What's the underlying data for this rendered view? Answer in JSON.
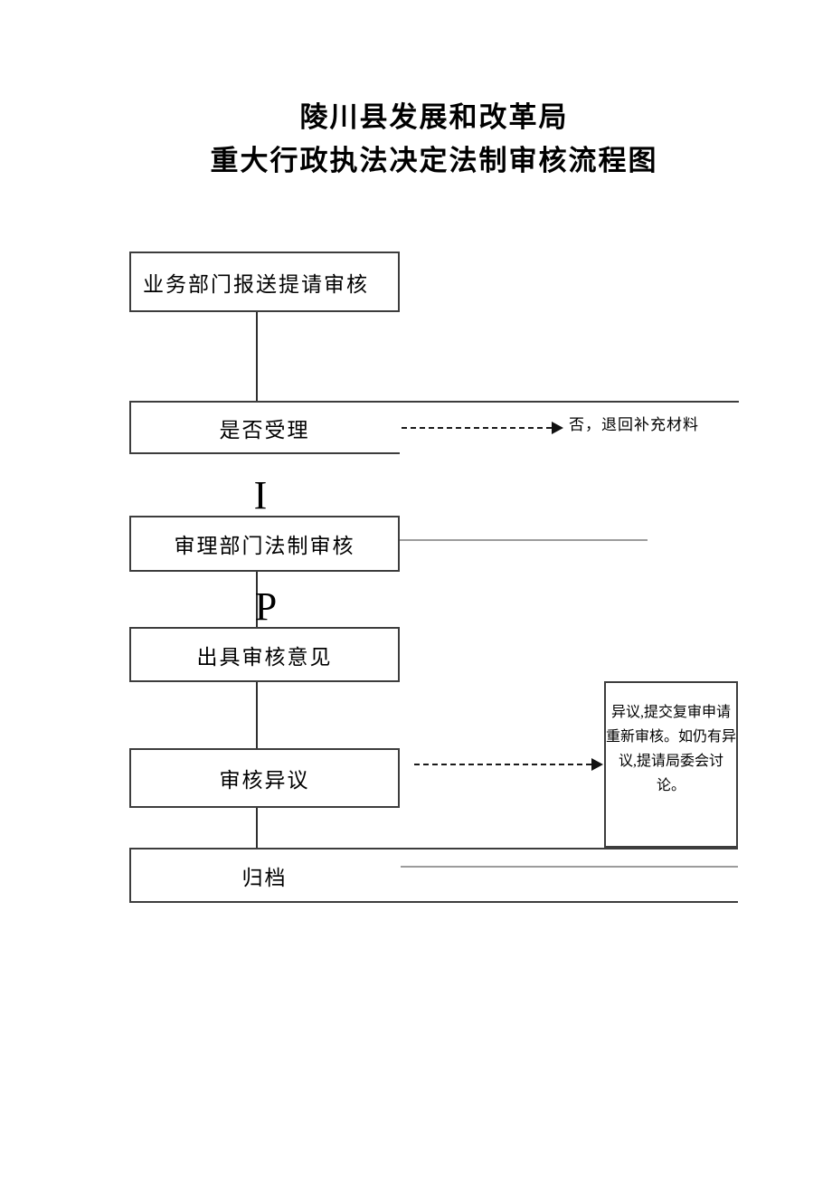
{
  "title": {
    "line1": "陵川县发展和改革局",
    "line2": "重大行政执法决定法制审核流程图"
  },
  "flowchart": {
    "boxes": {
      "submit": "业务部门报送提请审核",
      "accept": "是否受理",
      "review": "审理部门法制审核",
      "opinion": "出具审核意见",
      "objection": "审核异议",
      "archive": "归档"
    },
    "labels": {
      "yes_marker": "I",
      "no_marker": "P",
      "reject_note": "否，退回补充材料",
      "objection_note_full": "异议,提交复审申请重新审核。如仍有异议,提请局委会讨论。",
      "objection_note_lines": [
        "异议,提交复审申请",
        "重新审核。如仍有异",
        "议,提请局委会讨",
        "论。"
      ]
    },
    "colors": {
      "line_dark": "#3d3d3d",
      "line_gray": "#9c9c9c",
      "text": "#000000",
      "background": "#ffffff"
    }
  }
}
